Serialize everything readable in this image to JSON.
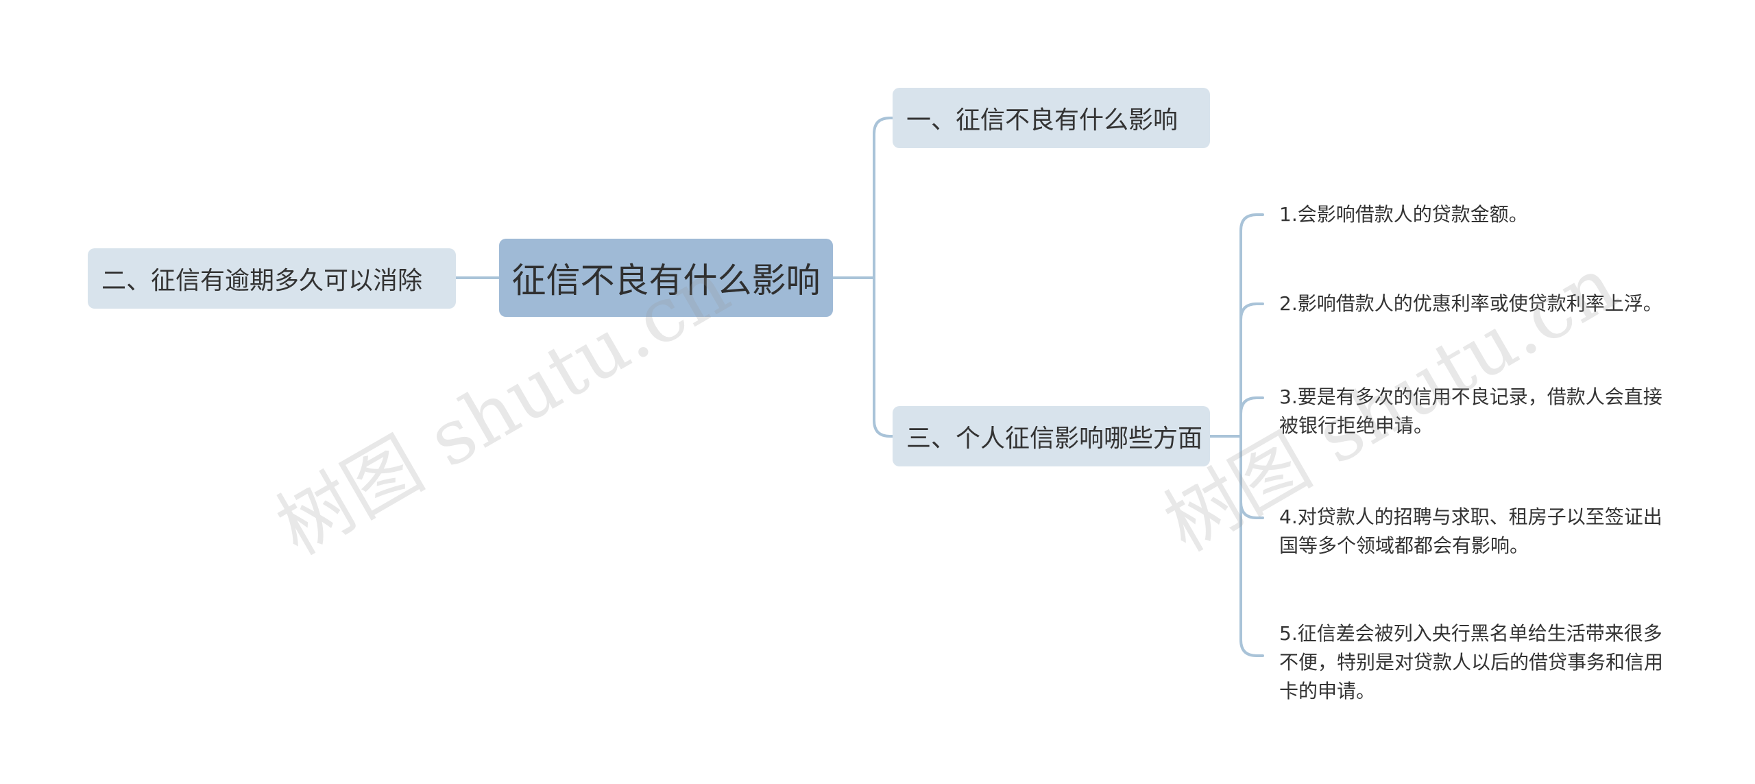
{
  "root": {
    "label": "征信不良有什么影响"
  },
  "branches": [
    {
      "label": "一、征信不良有什么影响"
    },
    {
      "label": "二、征信有逾期多久可以消除"
    },
    {
      "label": "三、个人征信影响哪些方面"
    }
  ],
  "leaves": [
    {
      "lines": [
        "1.会影响借款人的贷款金额。"
      ]
    },
    {
      "lines": [
        "2.影响借款人的优惠利率或使贷款利率上浮。"
      ]
    },
    {
      "lines": [
        "3.要是有多次的信用不良记录，借款人会直接",
        "被银行拒绝申请。"
      ]
    },
    {
      "lines": [
        "4.对贷款人的招聘与求职、租房子以至签证出",
        "国等多个领域都都会有影响。"
      ]
    },
    {
      "lines": [
        "5.征信差会被列入央行黑名单给生活带来很多",
        "不便，特别是对贷款人以后的借贷事务和信用",
        "卡的申请。"
      ]
    }
  ],
  "watermarks": [
    "树图 shutu.cn",
    "树图 shutu.cn"
  ],
  "colors": {
    "root_fill": "#9fbad6",
    "branch_fill": "#d8e3ec",
    "connector": "#a9c3d8",
    "text": "#333333"
  }
}
